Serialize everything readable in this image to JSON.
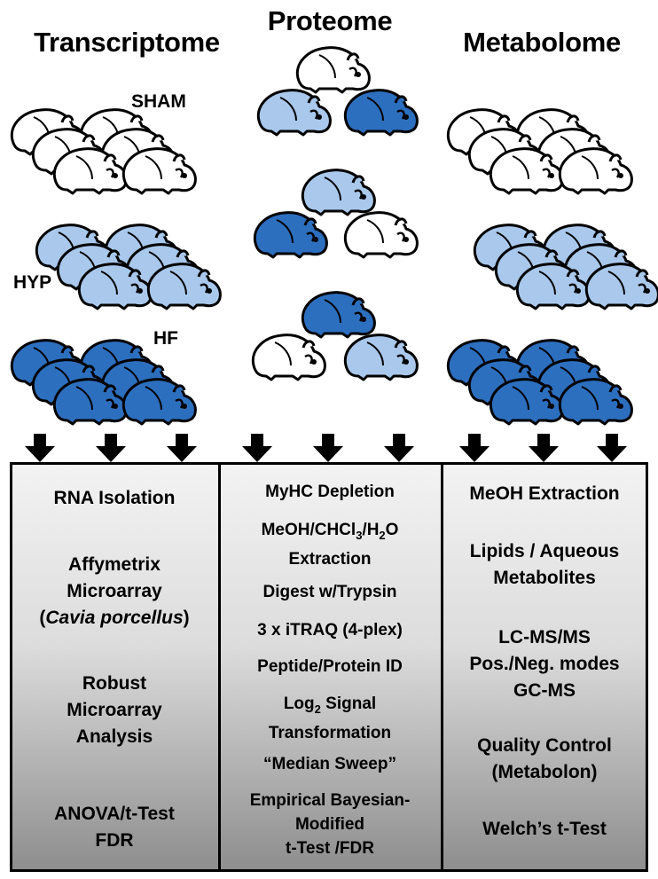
{
  "headings": {
    "transcriptome": "Transcriptome",
    "proteome": "Proteome",
    "metabolome": "Metabolome"
  },
  "groups": {
    "sham": "SHAM",
    "hyp": "HYP",
    "hf": "HF"
  },
  "colors": {
    "sham": "#ffffff",
    "hyp": "#a9c8ec",
    "hf": "#2d6fbf",
    "outline": "#000000"
  },
  "icons": {
    "animal": "guinea-pig-icon",
    "arrow": "down-arrow-icon"
  },
  "transcriptome_steps": [
    {
      "lines": [
        "RNA Isolation"
      ]
    },
    {
      "lines": [
        "Affymetrix",
        "Microarray"
      ],
      "species_open": "(",
      "species": "Cavia porcellus",
      "species_close": ")"
    },
    {
      "lines": [
        "Robust",
        "Microarray",
        "Analysis"
      ]
    },
    {
      "lines": [
        "ANOVA/t-Test",
        "FDR"
      ]
    }
  ],
  "proteome_steps": {
    "myhc": "MyHC Depletion",
    "extraction_a": "MeOH/CHCl",
    "extraction_sub3": "3",
    "extraction_b": "/H",
    "extraction_sub2": "2",
    "extraction_c": "O",
    "extraction_line2": "Extraction",
    "digest": "Digest w/Trypsin",
    "itraq": "3 x iTRAQ (4-plex)",
    "peptide": "Peptide/Protein ID",
    "log_a": "Log",
    "log_sub": "2",
    "log_b": " Signal",
    "log_line2": "Transformation",
    "median": "“Median Sweep”",
    "bayes1": "Empirical Bayesian-",
    "bayes2": "Modified",
    "bayes3": "t-Test /FDR"
  },
  "metabolome_steps": [
    {
      "lines": [
        "MeOH Extraction"
      ]
    },
    {
      "lines": [
        "Lipids / Aqueous",
        "Metabolites"
      ]
    },
    {
      "lines": [
        "LC-MS/MS",
        "Pos./Neg. modes",
        "GC-MS"
      ]
    },
    {
      "lines": [
        "Quality Control",
        "(Metabolon)"
      ]
    },
    {
      "lines": [
        "Welch’s t-Test"
      ]
    }
  ]
}
